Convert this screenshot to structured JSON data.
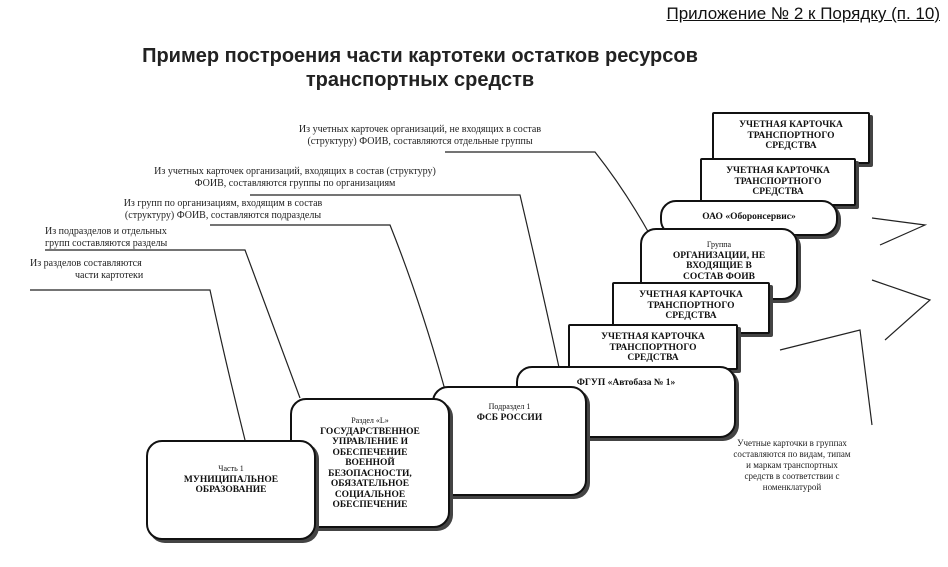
{
  "header": {
    "appendix": "Приложение № 2 к Порядку (п. 10)",
    "title_line1": "Пример построения части картотеки остатков ресурсов",
    "title_line2": "транспортных средств"
  },
  "notes": {
    "n1_l1": "Из учетных карточек организаций, не входящих в состав",
    "n1_l2": "(структуру) ФОИВ, составляются отдельные группы",
    "n2_l1": "Из учетных карточек организаций, входящих в состав (структуру)",
    "n2_l2": "ФОИВ, составляются группы по организациям",
    "n3_l1": "Из групп по организациям, входящим в состав",
    "n3_l2": "(структуру) ФОИВ, составляются подразделы",
    "n4_l1": "Из подразделов и отдельных",
    "n4_l2": "групп составляются разделы",
    "n5_l1": "Из разделов составляются",
    "n5_l2": "части картотеки"
  },
  "boxes": {
    "part": {
      "l1": "Часть 1",
      "l2": "МУНИЦИПАЛЬНОЕ",
      "l3": "ОБРАЗОВАНИЕ"
    },
    "section": {
      "l1": "Раздел «L»",
      "l2": "ГОСУДАРСТВЕННОЕ",
      "l3": "УПРАВЛЕНИЕ И",
      "l4": "ОБЕСПЕЧЕНИЕ",
      "l5": "ВОЕННОЙ",
      "l6": "БЕЗОПАСНОСТИ,",
      "l7": "ОБЯЗАТЕЛЬНОЕ",
      "l8": "СОЦИАЛЬНОЕ",
      "l9": "ОБЕСПЕЧЕНИЕ"
    },
    "subsection": {
      "l1": "Подраздел 1",
      "l2": "ФСБ РОССИИ"
    },
    "fgup": {
      "l1": "ФГУП «Автобаза № 1»"
    },
    "card1": {
      "l1": "УЧЕТНАЯ КАРТОЧКА",
      "l2": "ТРАНСПОРТНОГО",
      "l3": "СРЕДСТВА"
    },
    "card2": {
      "l1": "УЧЕТНАЯ КАРТОЧКА",
      "l2": "ТРАНСПОРТНОГО",
      "l3": "СРЕДСТВА"
    },
    "group": {
      "l1": "Группа",
      "l2": "ОРГАНИЗАЦИИ, НЕ",
      "l3": "ВХОДЯЩИЕ В",
      "l4": "СОСТАВ ФОИВ"
    },
    "oao": {
      "l1": "ОАО «Оборонсервис»"
    },
    "card3": {
      "l1": "УЧЕТНАЯ КАРТОЧКА",
      "l2": "ТРАНСПОРТНОГО",
      "l3": "СРЕДСТВА"
    },
    "card4": {
      "l1": "УЧЕТНАЯ КАРТОЧКА",
      "l2": "ТРАНСПОРТНОГО",
      "l3": "СРЕДСТВА"
    }
  },
  "footnote": {
    "l1": "Учетные карточки в группах",
    "l2": "составляются по видам, типам",
    "l3": "и маркам транспортных",
    "l4": "средств в соответствии с",
    "l5": "номенклатурой"
  }
}
